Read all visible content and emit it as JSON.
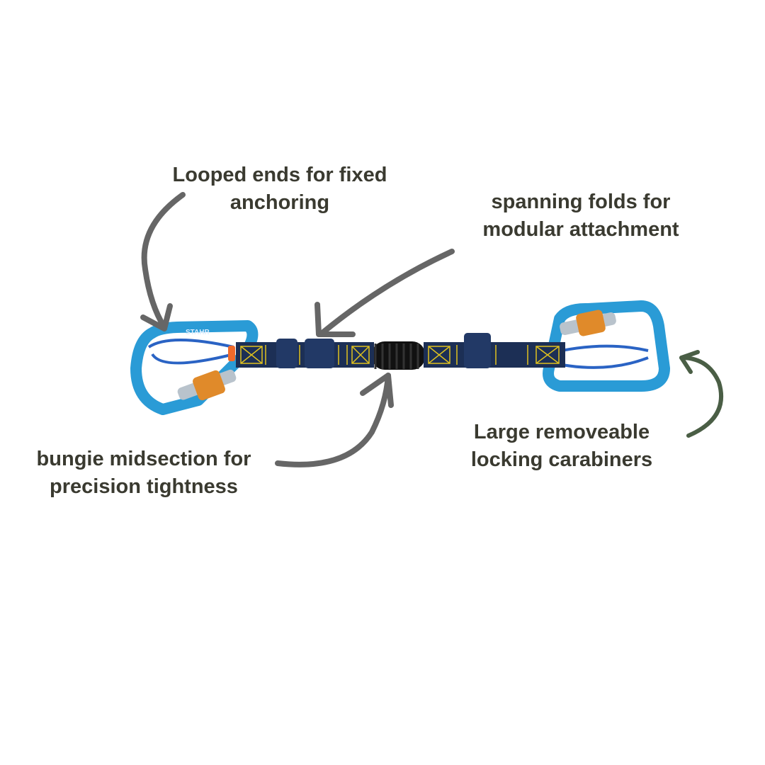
{
  "callouts": {
    "looped_ends": {
      "line1": "Looped ends for fixed",
      "line2": "anchoring"
    },
    "spanning_folds": {
      "line1": "spanning folds for",
      "line2": "modular attachment"
    },
    "bungie": {
      "line1": "bungie midsection for",
      "line2": "precision tightness"
    },
    "carabiners": {
      "line1": "Large removeable",
      "line2": "locking carabiners"
    }
  },
  "product": {
    "brand_mark": "STAHR"
  },
  "colors": {
    "text": "#3a3a30",
    "arrow": "#666666",
    "arrow_accent": "#4a5e45",
    "carabiner": "#2a9bd6",
    "strap": "#1c2f55",
    "stitching": "#e0c21e",
    "gate": "#e08a2a",
    "bungie": "#111111"
  }
}
